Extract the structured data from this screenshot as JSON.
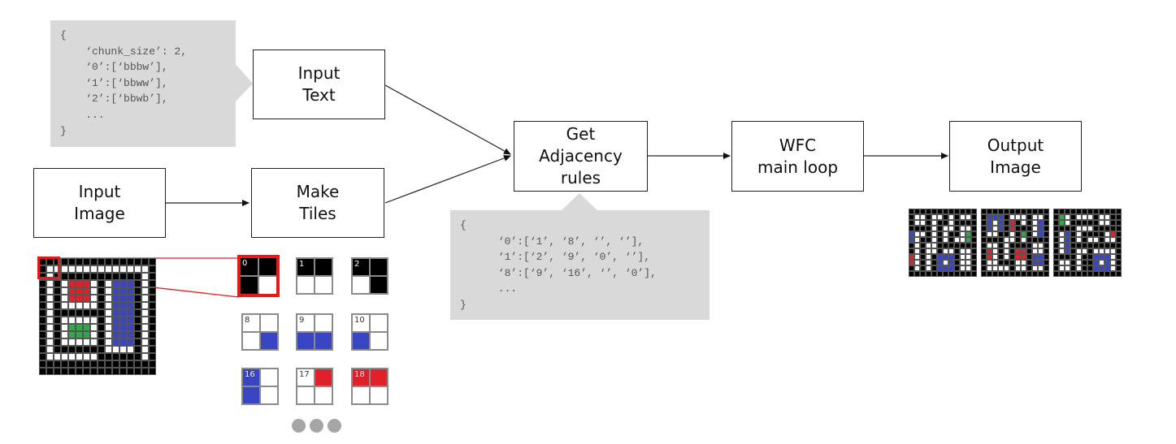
{
  "diagram": {
    "nodes": {
      "input_text": "Input\nText",
      "input_image": "Input\nImage",
      "make_tiles": "Make\nTiles",
      "get_adjacency": "Get\nAdjacency\nrules",
      "wfc_loop": "WFC\nmain loop",
      "output_image": "Output\nImage"
    },
    "text_callout": "{\n    ‘chunk_size’: 2,\n    ‘0’:[‘bbbw’],\n    ‘1’:[‘bbww’],\n    ‘2’:[‘bbwb’],\n    ...\n}",
    "rules_callout": "{\n      ‘0’:[‘1’, ‘8’, ‘’, ‘’],\n      ‘1’:[‘2’, ‘9’, ‘0’, ‘’],\n      ‘8’:[‘9’, ‘16’, ‘’, ‘0’],\n      ...\n}",
    "tiles": [
      {
        "label": "0",
        "cells": [
          "b",
          "b",
          "b",
          "w"
        ],
        "highlight": true
      },
      {
        "label": "1",
        "cells": [
          "b",
          "b",
          "w",
          "w"
        ]
      },
      {
        "label": "2",
        "cells": [
          "b",
          "b",
          "w",
          "b"
        ]
      },
      {
        "label": "8",
        "cells": [
          "w",
          "w",
          "w",
          "B"
        ]
      },
      {
        "label": "9",
        "cells": [
          "w",
          "w",
          "B",
          "B"
        ]
      },
      {
        "label": "10",
        "cells": [
          "w",
          "w",
          "B",
          "w"
        ]
      },
      {
        "label": "16",
        "cells": [
          "B",
          "w",
          "B",
          "w"
        ]
      },
      {
        "label": "17",
        "cells": [
          "w",
          "R",
          "w",
          "w"
        ]
      },
      {
        "label": "18",
        "cells": [
          "R",
          "R",
          "w",
          "w"
        ]
      }
    ],
    "more_indicator": "ellipsis-dots",
    "colors": {
      "black": "#000000",
      "white": "#ffffff",
      "blue": "#3a45c4",
      "red": "#e0202a",
      "green": "#2fa84a",
      "highlight": "#e51a1a",
      "callout": "#d9d9d9"
    }
  }
}
